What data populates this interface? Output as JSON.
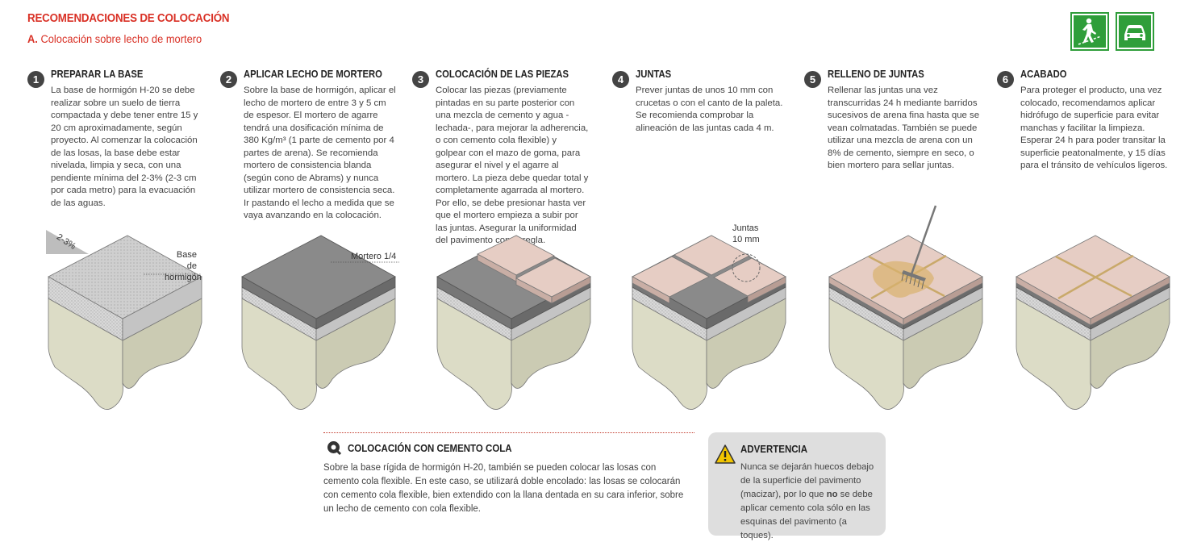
{
  "header": {
    "title": "RECOMENDACIONES DE COLOCACIÓN",
    "subtitle_prefix": "A.",
    "subtitle": "Colocación sobre lecho de mortero",
    "badges": [
      {
        "icon": "pedestrian-icon",
        "color": "#2f9e3a"
      },
      {
        "icon": "car-icon",
        "color": "#2f9e3a"
      }
    ]
  },
  "steps": [
    {
      "num": "1",
      "title": "PREPARAR LA BASE",
      "text": "La base de hormigón H-20 se debe realizar sobre un suelo de tierra compactada y debe tener entre 15 y 20 cm aproximadamente, según proyecto. Al comenzar la colocación de las losas, la base debe estar nivelada, limpia y seca, con una pendiente mínima del 2-3% (2-3 cm por cada metro) para la evacuación de las aguas."
    },
    {
      "num": "2",
      "title": "APLICAR LECHO DE MORTERO",
      "text": "Sobre la base de hormigón, aplicar el lecho de mortero de entre 3 y 5 cm de espesor. El mortero de agarre tendrá una dosificación mínima de 380 Kg/m³ (1 parte de cemento por 4 partes de arena). Se recomienda mortero de consistencia blanda (según cono de Abrams) y nunca utilizar mortero de consistencia seca. Ir pastando el lecho a medida que se vaya avanzando en la colocación."
    },
    {
      "num": "3",
      "title": "COLOCACIÓN DE LAS PIEZAS",
      "text": "Colocar las piezas (previamente pintadas en su parte posterior con una mezcla de cemento y agua -lechada-, para mejorar la adherencia, o con cemento cola flexible) y golpear con el mazo de goma, para asegurar el nivel y el agarre al mortero. La pieza debe quedar total y completamente agarrada al mortero. Por ello, se debe presionar hasta ver que el mortero empieza a subir por las juntas. Asegurar la uniformidad del pavimento con la regla."
    },
    {
      "num": "4",
      "title": "JUNTAS",
      "text": "Prever juntas de unos 10 mm con crucetas o con el canto de la paleta. Se recomienda comprobar la alineación de las juntas cada 4 m."
    },
    {
      "num": "5",
      "title": "RELLENO DE JUNTAS",
      "text": "Rellenar las juntas una vez transcurridas 24 h mediante barridos sucesivos de arena fina hasta que se vean colmatadas. También se puede utilizar una mezcla de arena con un 8% de cemento, siempre en seco, o bien mortero para sellar juntas."
    },
    {
      "num": "6",
      "title": "ACABADO",
      "text": "Para proteger el producto, una vez colocado, recomendamos aplicar hidrófugo de superficie para evitar manchas y facilitar la limpieza. Esperar 24 h para poder transitar la superficie peatonalmente, y 15 días para el tránsito de vehículos ligeros."
    }
  ],
  "labels": {
    "slope": "2-3%",
    "base_line1": "Base de",
    "base_line2": "hormigón",
    "mortar": "Mortero 1/4",
    "joints_line1": "Juntas",
    "joints_line2": "10 mm"
  },
  "cola": {
    "title": "COLOCACIÓN CON CEMENTO COLA",
    "text": "Sobre la base rígida de hormigón H-20, también se pueden colocar las losas con cemento cola flexible. En este caso, se utilizará doble encolado: las losas se colocarán con cemento cola flexible, bien extendido con la llana dentada en su cara inferior, sobre un lecho de cemento con cola flexible."
  },
  "warning": {
    "title": "ADVERTENCIA",
    "text_before": "Nunca se dejarán huecos debajo de la superficie del pavimento (macizar), por lo que ",
    "text_bold": "no",
    "text_after": " se debe aplicar cemento cola sólo en las esquinas del pavimento (a toques)."
  },
  "colors": {
    "accent": "#d93025",
    "badge_green": "#2f9e3a",
    "tile": "#e6cdc4",
    "mortar": "#8a8a8a",
    "base": "#c9c9c9",
    "soil": "#dcdcc6"
  }
}
